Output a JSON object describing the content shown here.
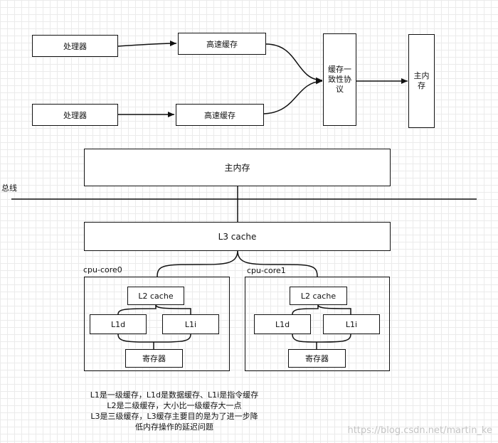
{
  "top": {
    "processor_1": "处理器",
    "processor_2": "处理器",
    "cache_1": "高速缓存",
    "cache_2": "高速缓存",
    "coherence_protocol": "缓存一致性协议",
    "main_memory": "主内存"
  },
  "bottom": {
    "main_memory": "主内存",
    "bus": "总线",
    "l3": "L3 cache",
    "cores": [
      {
        "label": "cpu-core0",
        "l2": "L2 cache",
        "l1d": "L1d",
        "l1i": "L1i",
        "register": "寄存器"
      },
      {
        "label": "cpu-core1",
        "l2": "L2 cache",
        "l1d": "L1d",
        "l1i": "L1i",
        "register": "寄存器"
      }
    ]
  },
  "notes": [
    "L1是一级缓存，L1d是数据缓存、L1i是指令缓存",
    "L2是二级缓存，大小比一级缓存大一点",
    "L3是三级缓存，L3缓存主要目的是为了进一步降",
    "低内存操作的延迟问题"
  ],
  "watermark": "https://blog.csdn.net/martin_ke"
}
